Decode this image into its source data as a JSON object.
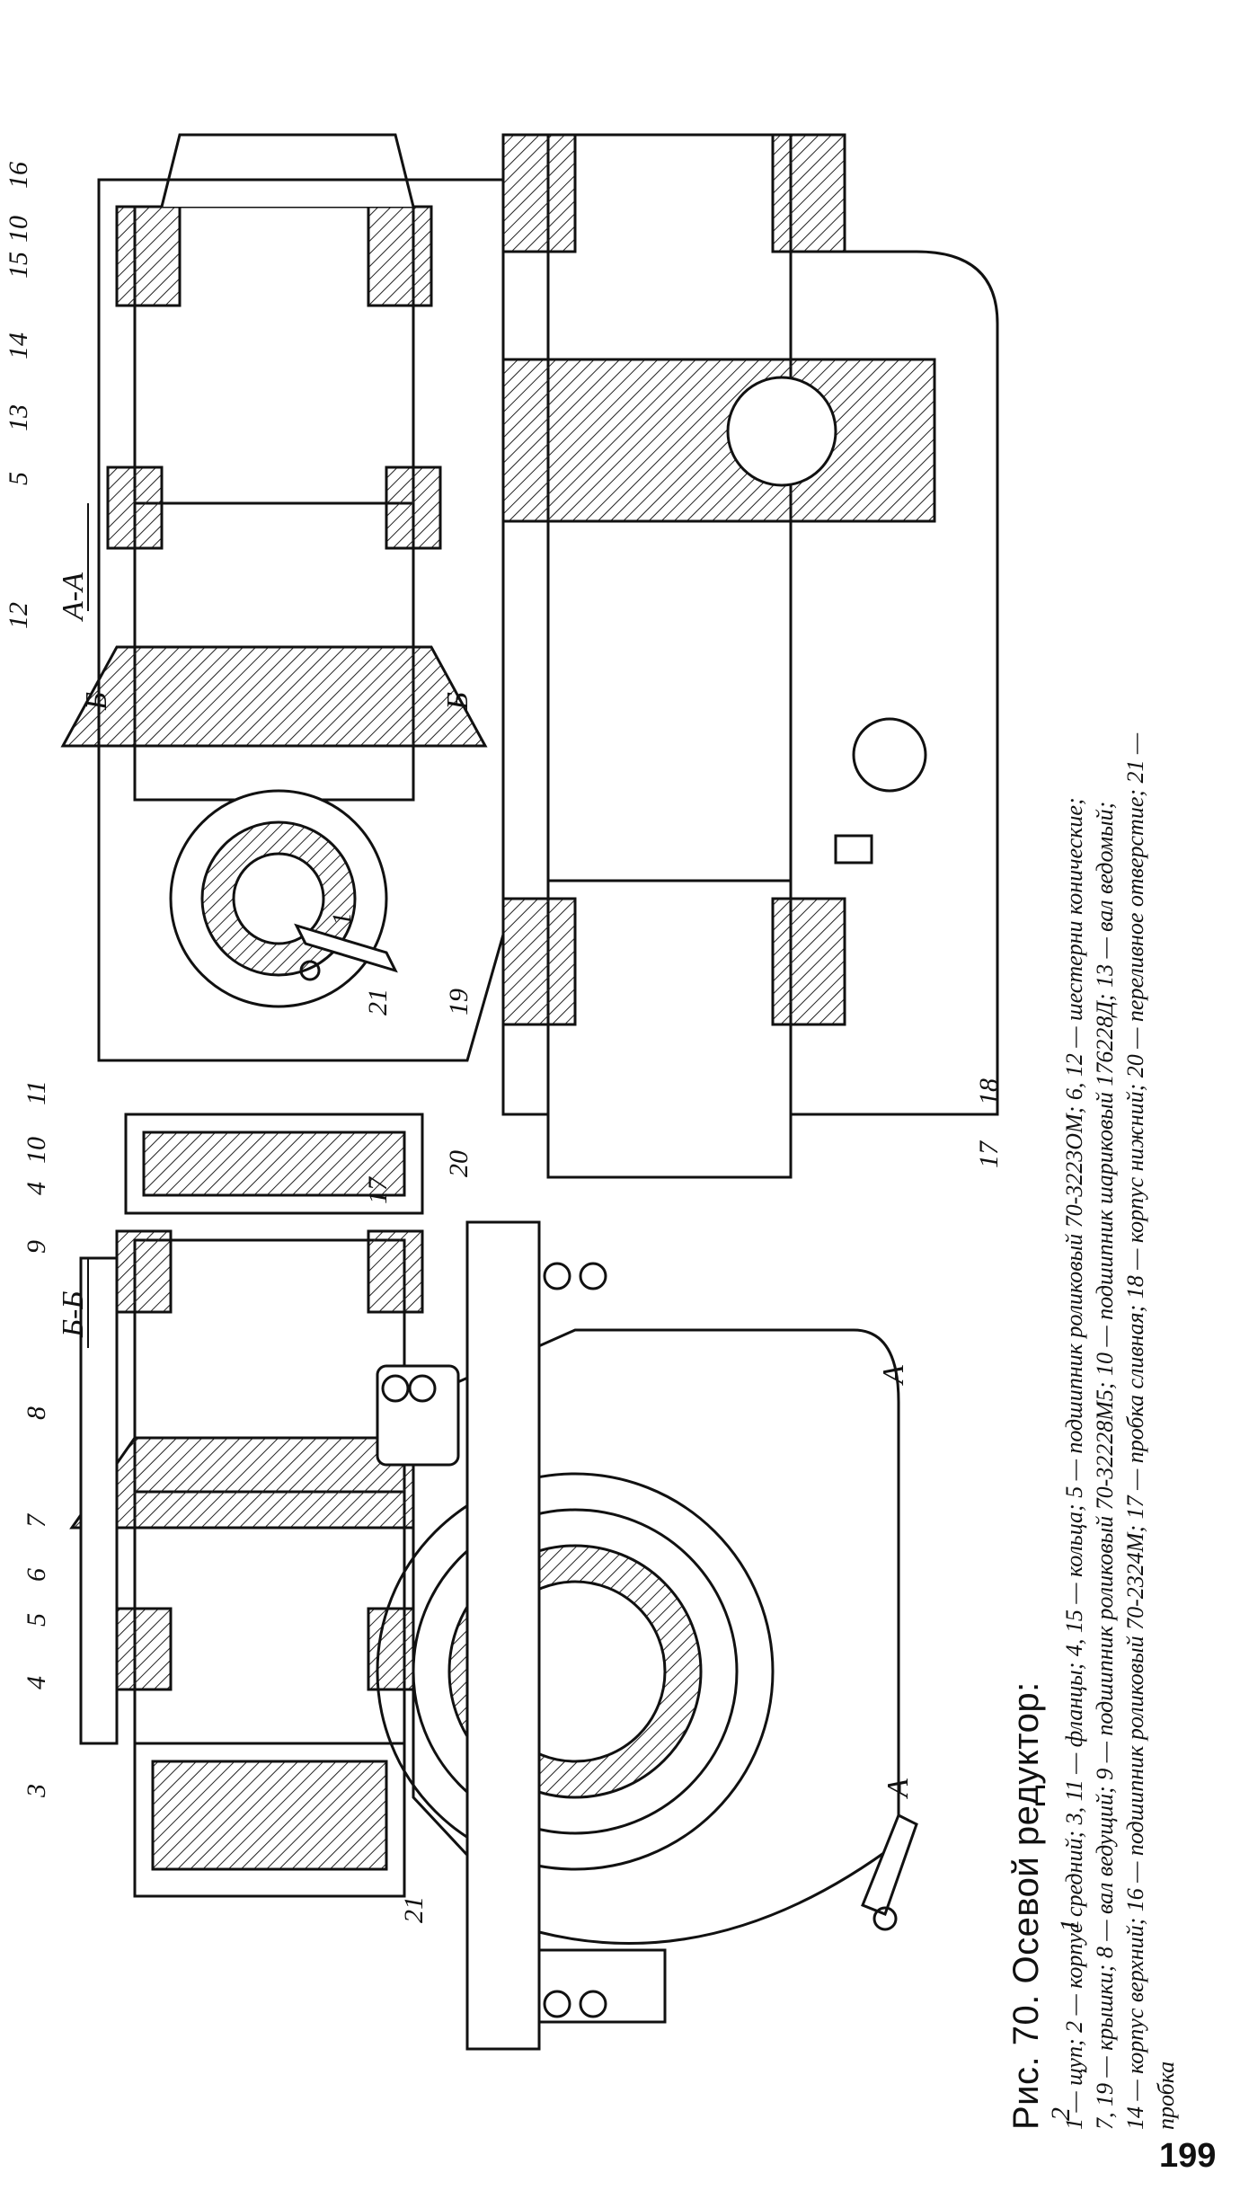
{
  "figure": {
    "title": "Рис. 70. Осевой редуктор:",
    "legend_lines": [
      "1 — щуп; 2 — корпус средний; 3, 11 — фланцы; 4, 15 — кольца;   5 — подшипник роликовый 70-3223ОМ; 6, 12 — шестерни конические;",
      "7, 19 — крышки; 8 — вал ведущий; 9 — подшипник роликовый 70-32228М5; 10 — подшипник шариковый 176228Д; 13 — вал ведомый;",
      "14 — корпус верхний; 16 — подшипник роликовый 70-2324М; 17 — пробка сливная; 18 — корпус нижний; 20 — переливное отверстие; 21 —",
      "пробка"
    ]
  },
  "section_labels": {
    "left_view": "Б-Б",
    "right_view": "А-А",
    "cut_a": "А",
    "cut_b": "Б"
  },
  "callouts_left": [
    "3",
    "4",
    "5",
    "6",
    "7",
    "8",
    "9",
    "4",
    "10",
    "11",
    "17",
    "20",
    "21",
    "2",
    "1"
  ],
  "callouts_right": [
    "16",
    "10",
    "15",
    "14",
    "13",
    "5",
    "12",
    "1",
    "21",
    "19",
    "18",
    "17"
  ],
  "page_number": "199"
}
